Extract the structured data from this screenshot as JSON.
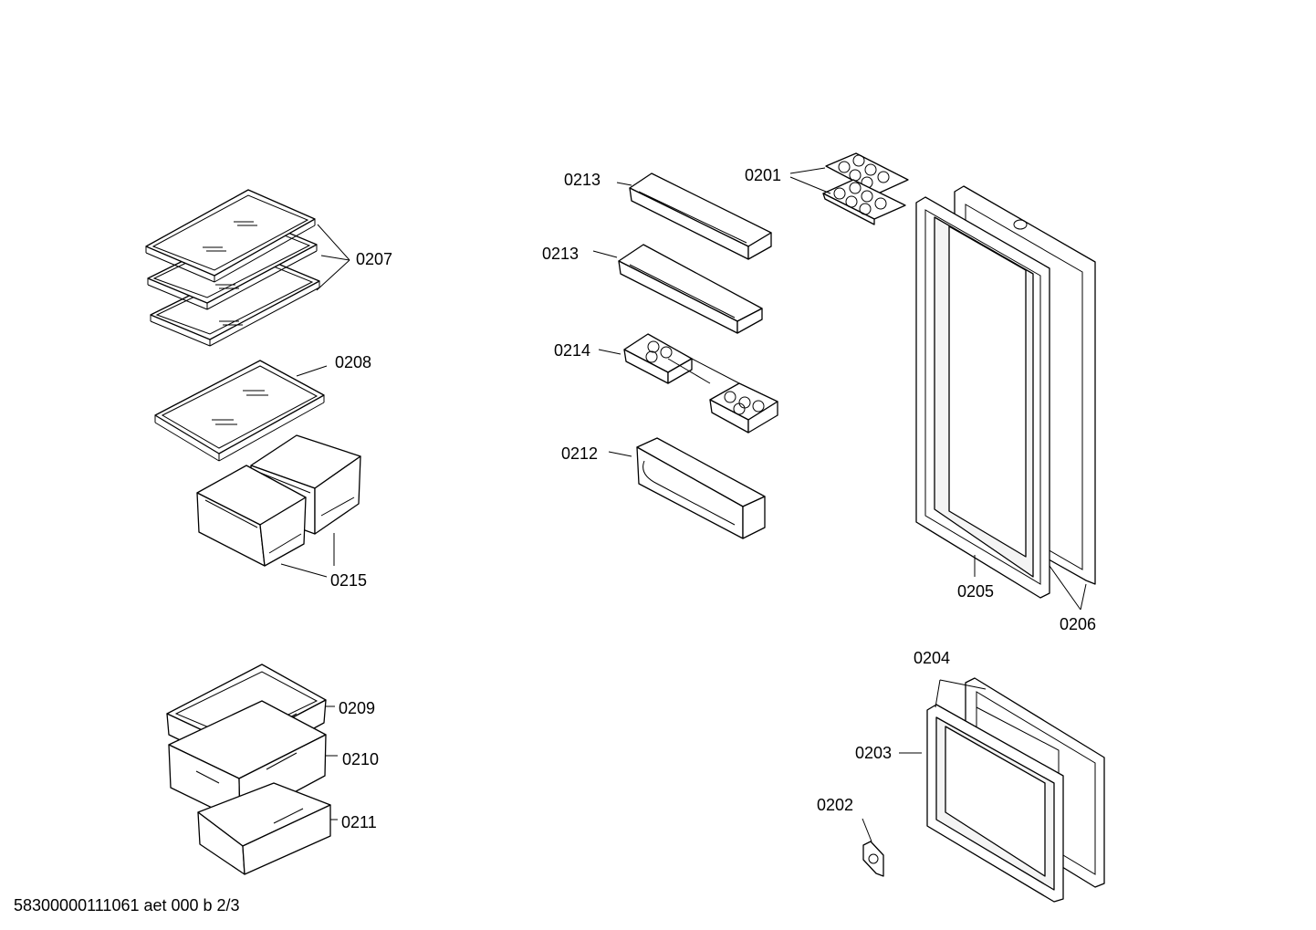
{
  "labels": {
    "l0207": "0207",
    "l0208": "0208",
    "l0215": "0215",
    "l0209": "0209",
    "l0210": "0210",
    "l0211": "0211",
    "l0213a": "0213",
    "l0213b": "0213",
    "l0214": "0214",
    "l0212": "0212",
    "l0201": "0201",
    "l0205": "0205",
    "l0206": "0206",
    "l0204": "0204",
    "l0203": "0203",
    "l0202": "0202"
  },
  "footer": "58300000111061 aet 000 b 2/3"
}
